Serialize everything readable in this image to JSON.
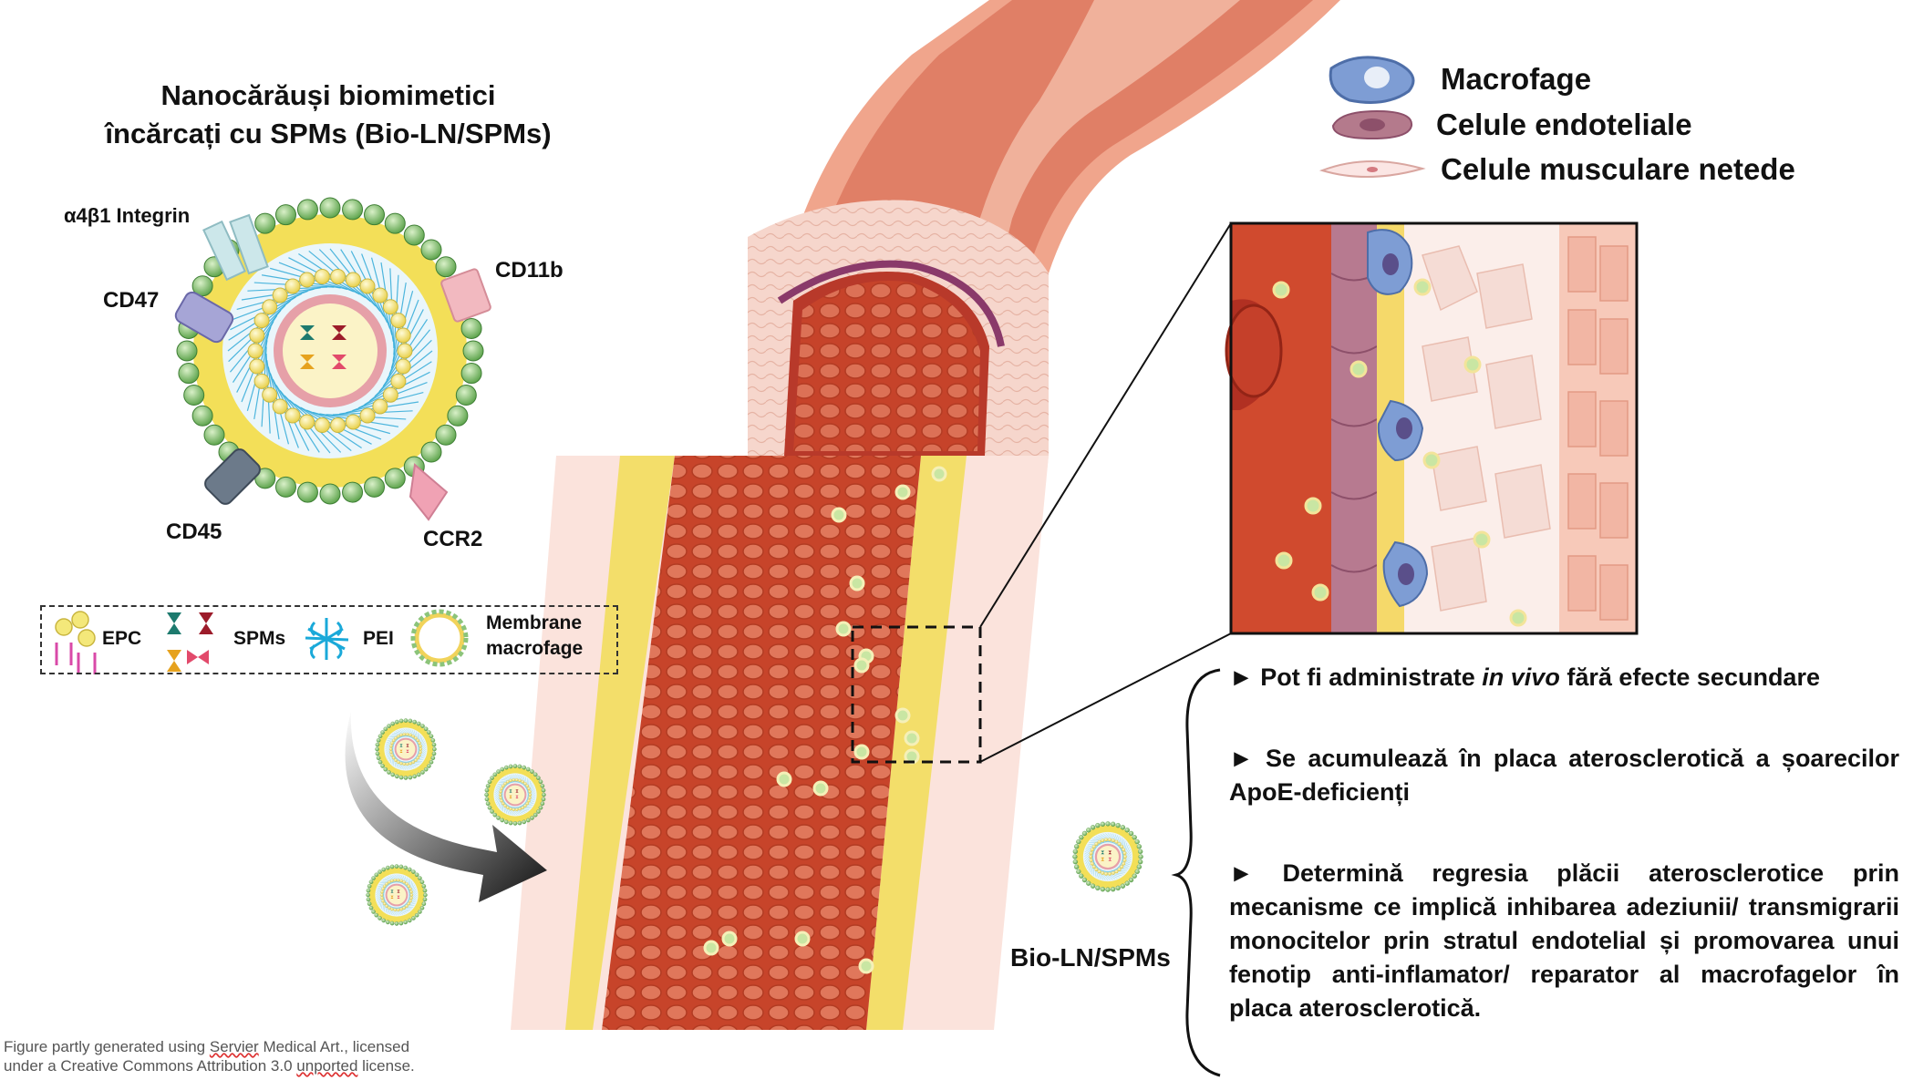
{
  "title": {
    "line1": "Nanocărăuși biomimetici",
    "line2": "încărcați cu SPMs (Bio-LN/SPMs)"
  },
  "particle_labels": {
    "integrin": "α4β1 Integrin",
    "cd11b": "CD11b",
    "cd47": "CD47",
    "cd45": "CD45",
    "ccr2": "CCR2"
  },
  "component_legend": {
    "epc": "EPC",
    "spms": "SPMs",
    "pei": "PEI",
    "membrane_line1": "Membrane",
    "membrane_line2": "macrofage"
  },
  "cell_legend": {
    "macrophage": "Macrofage",
    "endothelial": "Celule endoteliale",
    "smooth_muscle": "Celule musculare netede"
  },
  "bio_label": "Bio-LN/SPMs",
  "bullets": [
    {
      "arrow": "►",
      "a": "Pot fi administrate ",
      "em": "in vivo",
      "b": " fără efecte secundare"
    },
    {
      "arrow": "►",
      "a": "Se acumulează în placa aterosclerotică a șoarecilor ApoE-deficienți"
    },
    {
      "arrow": "►",
      "a": "Determină regresia plăcii aterosclerotice prin mecanisme ce implică inhibarea adeziunii/ transmigrarii monocitelor prin stratul endotelial și promovarea unui fenotip anti-inflamator/ reparator al macrofagelor în placa aterosclerotică."
    }
  ],
  "credit": {
    "line1_a": "Figure partly generated using ",
    "line1_u": "Servier",
    "line1_b": " Medical Art., licensed",
    "line2_a": "under a Creative Commons Attribution 3.0 ",
    "line2_u": "unported",
    "line2_b": " license."
  },
  "colors": {
    "lipid_yellow": "#f2d94e",
    "bead_green": "#8cc47a",
    "lumen_red": "#c9452b",
    "vessel_pink": "#f2b8a6",
    "macrophage_blue": "#7f9fd4",
    "endothelial_mauve": "#b47a8c"
  }
}
